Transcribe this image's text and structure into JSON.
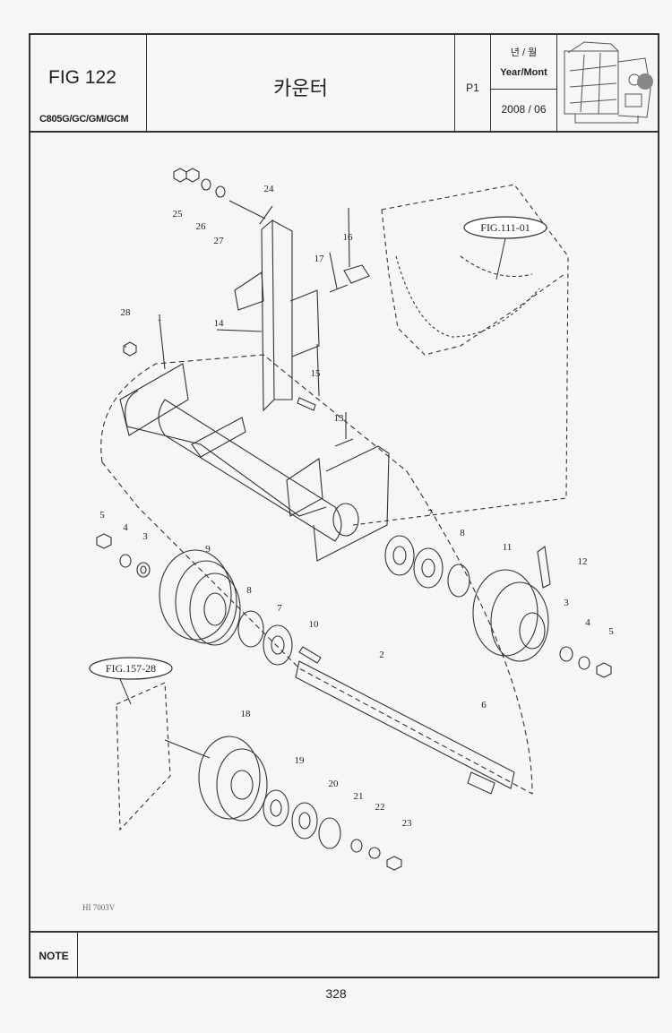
{
  "header": {
    "fig_no": "FIG 122",
    "model": "C805G/GC/GM/GCM",
    "title": "카운터",
    "page": "P1",
    "year_month_ko": "년 / 월",
    "year_month_en": "Year/Mont",
    "date": "2008 / 06"
  },
  "diagram": {
    "refs": [
      "FIG.111-01",
      "FIG.157-28"
    ],
    "code": "HI 7003V",
    "callouts": [
      "1",
      "2",
      "3",
      "3",
      "4",
      "4",
      "5",
      "5",
      "6",
      "7",
      "7",
      "8",
      "8",
      "9",
      "10",
      "11",
      "12",
      "13",
      "14",
      "15",
      "16",
      "17",
      "18",
      "19",
      "20",
      "21",
      "22",
      "23",
      "24",
      "25",
      "26",
      "27",
      "28"
    ]
  },
  "footer": {
    "note_label": "NOTE",
    "page_number": "328"
  }
}
